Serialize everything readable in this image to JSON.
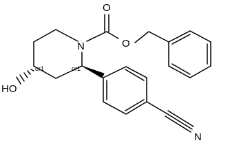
{
  "atoms": {
    "carbonyl_oxygen": "O",
    "ester_oxygen": "O",
    "ring_nitrogen": "N",
    "hydroxyl": "HO",
    "nitrile_nitrogen": "N"
  },
  "stereo_labels": {
    "c4": "or1",
    "c2": "or1"
  }
}
